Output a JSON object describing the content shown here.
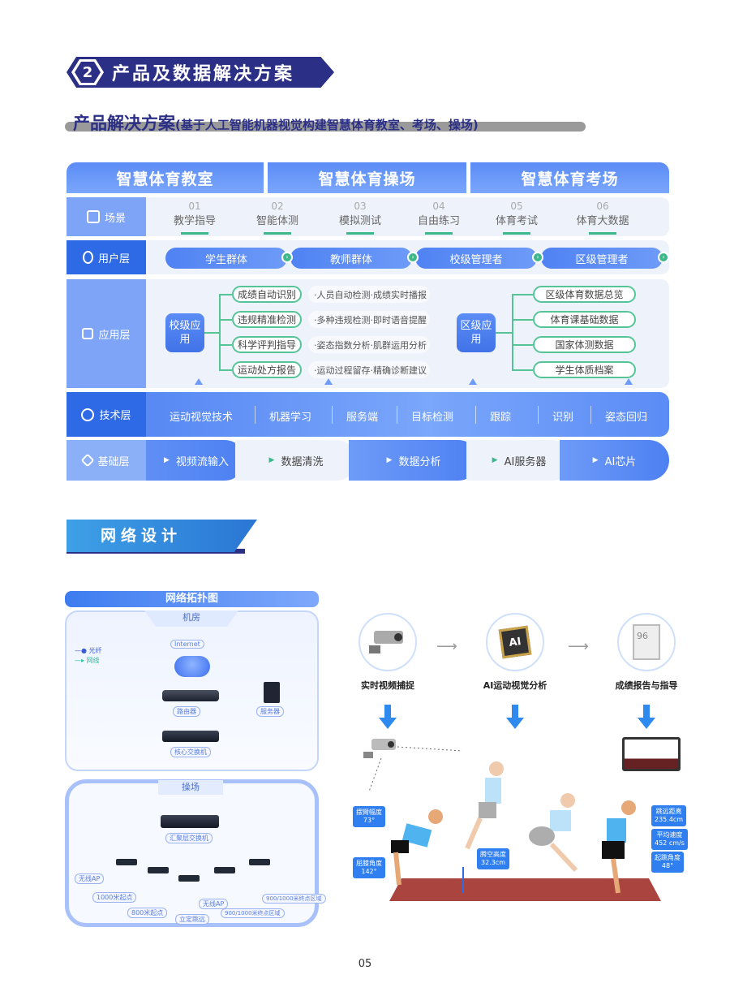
{
  "section": {
    "number": "2",
    "title": "产品及数据解决方案"
  },
  "subtitle": {
    "main": "产品解决方案",
    "detail": "(基于人工智能机器视觉构建智慧体育教室、考场、操场)"
  },
  "columns": [
    "智慧体育教室",
    "智慧体育操场",
    "智慧体育考场"
  ],
  "scene_row": {
    "label": "场景",
    "items": [
      {
        "n": "01",
        "t": "教学指导"
      },
      {
        "n": "02",
        "t": "智能体测"
      },
      {
        "n": "03",
        "t": "模拟测试"
      },
      {
        "n": "04",
        "t": "自由练习"
      },
      {
        "n": "05",
        "t": "体育考试"
      },
      {
        "n": "06",
        "t": "体育大数据"
      }
    ]
  },
  "user_row": {
    "label": "用户层",
    "items": [
      "学生群体",
      "教师群体",
      "校级管理者",
      "区级管理者"
    ]
  },
  "app_row": {
    "label": "应用层",
    "school": "校级应用",
    "district": "区级应用",
    "school_items": [
      {
        "t": "成绩自动识别",
        "d": "·人员自动检测·成绩实时播报"
      },
      {
        "t": "违规精准检测",
        "d": "·多种违规检测·即时语音提醒"
      },
      {
        "t": "科学评判指导",
        "d": "·姿态指数分析·肌群运用分析"
      },
      {
        "t": "运动处方报告",
        "d": "·运动过程留存·精确诊断建议"
      }
    ],
    "district_items": [
      "区级体育数据总览",
      "体育课基础数据",
      "国家体测数据",
      "学生体质档案"
    ]
  },
  "tech_row": {
    "label": "技术层",
    "items": [
      "运动视觉技术",
      "机器学习",
      "服务端",
      "目标检测",
      "跟踪",
      "识别",
      "姿态回归"
    ]
  },
  "base_row": {
    "label": "基础层",
    "items": [
      "视频流输入",
      "数据清洗",
      "数据分析",
      "AI服务器",
      "AI芯片"
    ]
  },
  "network": {
    "heading": "网络设计",
    "topo_title": "网络拓扑图",
    "room": "机房",
    "field": "操场",
    "legend": [
      "光纤",
      "网线"
    ],
    "internet": "Internet",
    "nodes": {
      "router": "路由器",
      "server": "服务器",
      "core": "核心交换机",
      "agg": "汇聚层交换机",
      "ap1": "无线AP",
      "ap2": "无线AP",
      "p1000": "1000米起点",
      "p800": "800米起点",
      "jump": "立定跳远",
      "end1": "900/1000米终点区域",
      "end2": "900/1000米终点区域"
    }
  },
  "flow": {
    "steps": [
      "实时视频捕捉",
      "AI运动视觉分析",
      "成绩报告与指导"
    ],
    "chip": "AI",
    "score": "96"
  },
  "metrics": [
    {
      "k": "摆臂幅度",
      "v": "73°"
    },
    {
      "k": "屈膝角度",
      "v": "142°"
    },
    {
      "k": "腾空高度",
      "v": "32.3cm"
    },
    {
      "k": "跳远距离",
      "v": "235.4cm"
    },
    {
      "k": "平均速度",
      "v": "452 cm/s"
    },
    {
      "k": "起跳角度",
      "v": "48°"
    }
  ],
  "page_number": "05",
  "colors": {
    "navy": "#2c2f86",
    "blue": "#4d80f2",
    "green": "#3cb88a"
  }
}
